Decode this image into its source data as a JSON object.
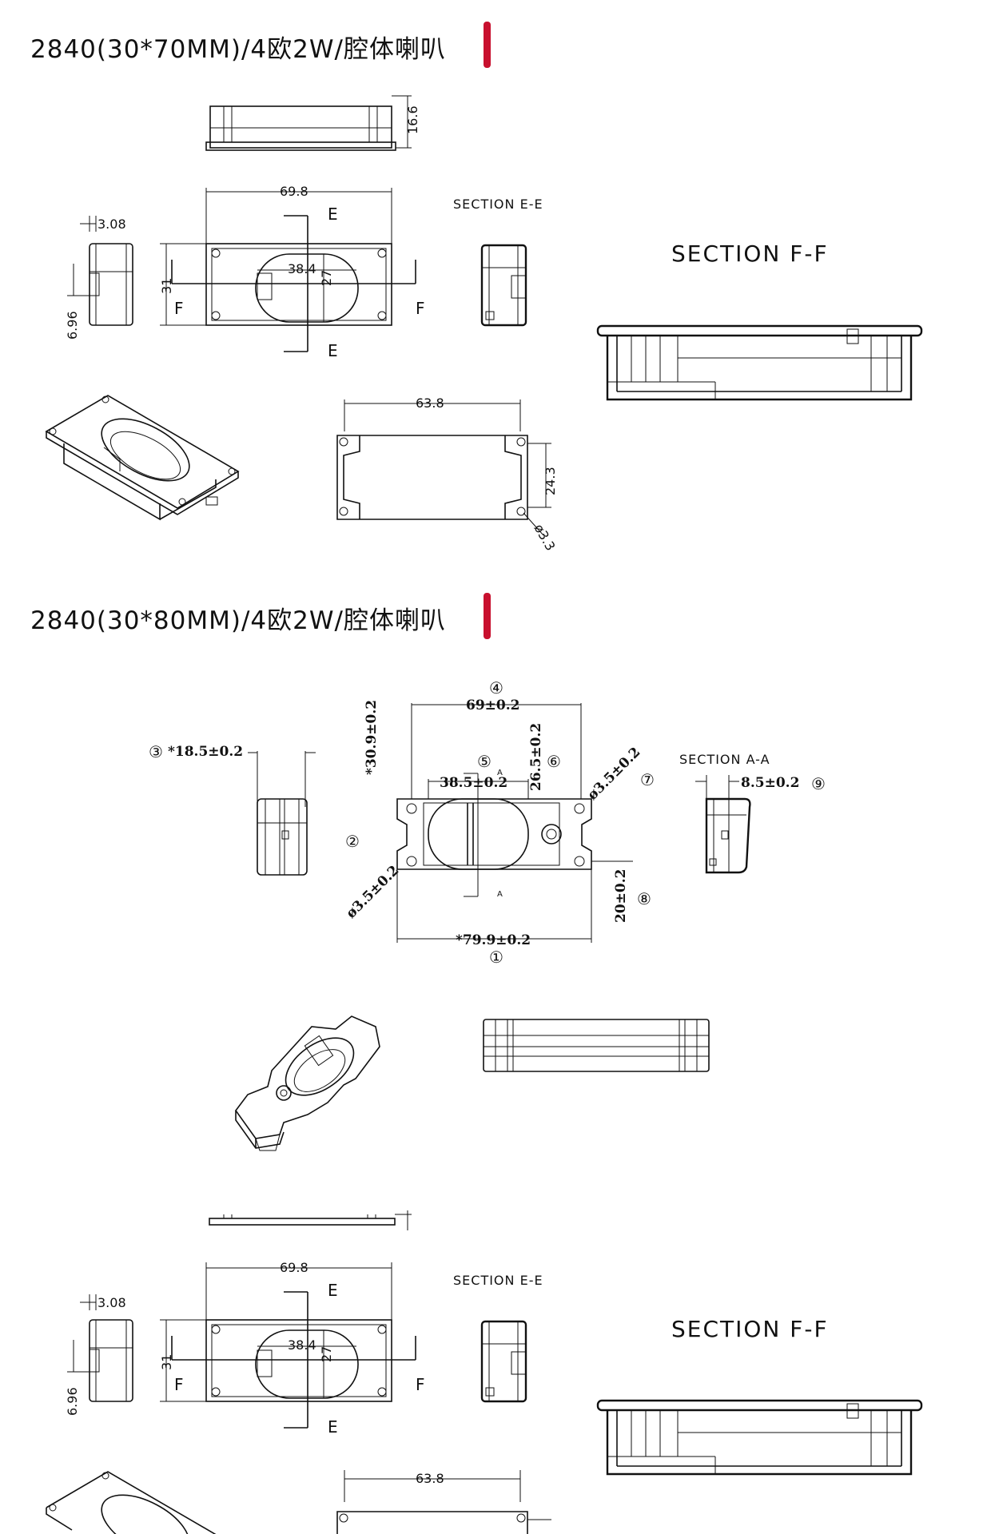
{
  "headers": [
    {
      "title": "2840(30*70MM)/4欧2W/腔体喇叭",
      "accent_color": "#c8102e"
    },
    {
      "title": "2840(30*80MM)/4欧2W/腔体喇叭",
      "accent_color": "#c8102e"
    }
  ],
  "drawing1": {
    "height_dim": "16.6",
    "width_dim": "69.8",
    "side_width_dim": "3.08",
    "side_height_dim": "6.96",
    "overall_height_dim": "31",
    "opening_width_dim": "38.4",
    "opening_height_dim": "27",
    "section_e_label": "E",
    "section_f_label": "F",
    "section_ee": "SECTION E-E",
    "section_ff": "SECTION F-F",
    "bottom_width_dim": "63.8",
    "bottom_height_dim": "24.3",
    "hole_dim": "ø3.3"
  },
  "drawing2": {
    "dim_1": "*79.9±0.2",
    "dim_3": "*18.5±0.2",
    "dim_4": "69±0.2",
    "dim_5": "38.5±0.2",
    "dim_6": "26.5±0.2",
    "dim_7": "ø3.5±0.2",
    "dim_2": "ø3.5±0.2",
    "dim_8": "20±0.2",
    "dim_9": "8.5±0.2",
    "dim_height": "*30.9±0.2",
    "section_aa": "SECTION A-A",
    "section_a_mark": "A",
    "callouts": [
      "①",
      "②",
      "③",
      "④",
      "⑤",
      "⑥",
      "⑦",
      "⑧",
      "⑨"
    ]
  },
  "drawing3": {
    "width_dim": "69.8",
    "side_width_dim": "3.08",
    "side_height_dim": "6.96",
    "overall_height_dim": "31",
    "opening_width_dim": "38.4",
    "opening_height_dim": "27",
    "section_e_label": "E",
    "section_f_label": "F",
    "section_ee": "SECTION E-E",
    "section_ff": "SECTION F-F",
    "bottom_width_dim": "63.8"
  }
}
